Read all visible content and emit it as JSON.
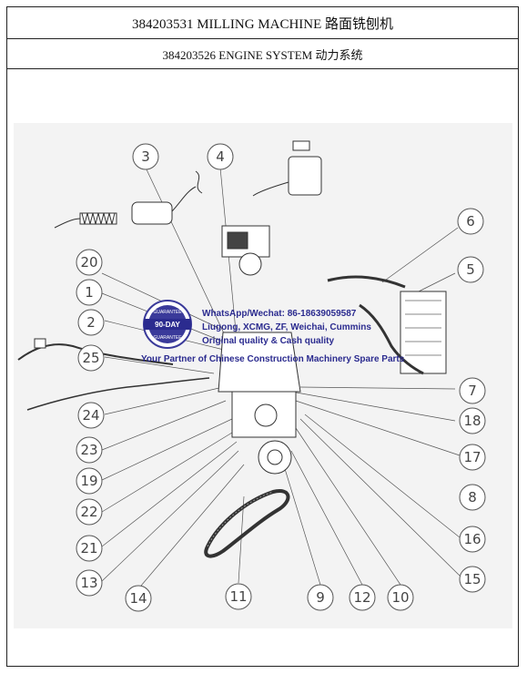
{
  "header": {
    "title": "384203531 MILLING MACHINE 路面铣刨机",
    "subtitle": "384203526 ENGINE SYSTEM 动力系统"
  },
  "callouts": [
    "3",
    "4",
    "6",
    "5",
    "20",
    "1",
    "2",
    "25",
    "7",
    "18",
    "17",
    "24",
    "23",
    "19",
    "22",
    "8",
    "16",
    "21",
    "13",
    "15",
    "14",
    "11",
    "9",
    "12",
    "10"
  ],
  "watermark": {
    "badge_top": "GUARANTEE",
    "badge_main": "90-DAY",
    "badge_bottom": "GUARANTEE",
    "line1": "WhatsApp/Wechat: 86-18639059587",
    "line2": "Liugong, XCMG, ZF, Weichai, Cummins",
    "line3": "Original quality & Cash quality",
    "line4": "Your Partner of Chinese Construction Machinery Spare Parts"
  }
}
